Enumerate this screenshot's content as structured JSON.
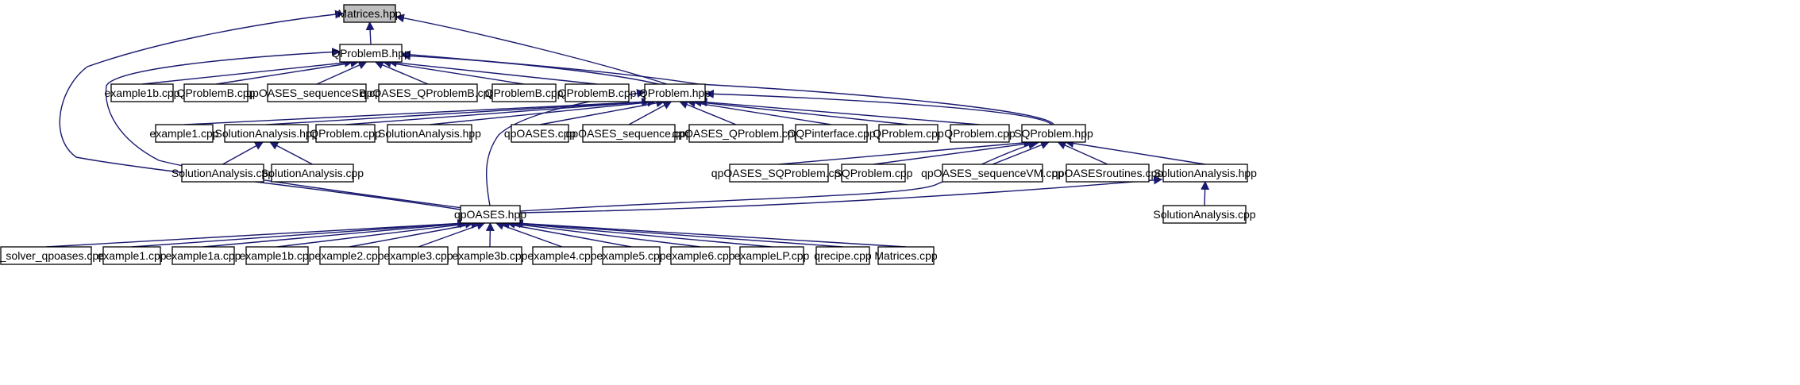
{
  "graph": {
    "title": "Matrices.hpp include dependency graph",
    "colors": {
      "root_fill": "#bfbfbf",
      "node_fill": "#ffffff",
      "node_stroke": "#000000",
      "edge": "#191970"
    },
    "nodes": [
      {
        "id": "matrices_hpp",
        "label": "Matrices.hpp",
        "root": true
      },
      {
        "id": "qproblemb_hpp",
        "label": "QProblemB.hpp"
      },
      {
        "id": "example1b_cpp_a",
        "label": "example1b.cpp"
      },
      {
        "id": "qproblemb_cpp_a",
        "label": "QProblemB.cpp"
      },
      {
        "id": "qpoases_sequencesb_cpp",
        "label": "qpOASES_sequenceSB.cpp"
      },
      {
        "id": "qpoases_qproblemb_cpp",
        "label": "qpOASES_QProblemB.cpp"
      },
      {
        "id": "qproblemb_cpp_b",
        "label": "QProblemB.cpp"
      },
      {
        "id": "qproblemb_cpp_c",
        "label": "QProblemB.cpp"
      },
      {
        "id": "qproblem_hpp",
        "label": "QProblem.hpp"
      },
      {
        "id": "example1_cpp_a",
        "label": "example1.cpp"
      },
      {
        "id": "solutionanalysis_hpp_a",
        "label": "SolutionAnalysis.hpp"
      },
      {
        "id": "qproblem_cpp_a",
        "label": "QProblem.cpp"
      },
      {
        "id": "solutionanalysis_hpp_b",
        "label": "SolutionAnalysis.hpp"
      },
      {
        "id": "qpoases_cpp",
        "label": "qpOASES.cpp"
      },
      {
        "id": "qpoases_sequence_cpp",
        "label": "qpOASES_sequence.cpp"
      },
      {
        "id": "qpoases_qproblem_cpp",
        "label": "qpOASES_QProblem.cpp"
      },
      {
        "id": "oqpinterface_cpp",
        "label": "OQPinterface.cpp"
      },
      {
        "id": "qproblem_cpp_b",
        "label": "QProblem.cpp"
      },
      {
        "id": "qproblem_cpp_c",
        "label": "QProblem.cpp"
      },
      {
        "id": "sqproblem_hpp",
        "label": "SQProblem.hpp"
      },
      {
        "id": "solutionanalysis_cpp_a",
        "label": "SolutionAnalysis.cpp"
      },
      {
        "id": "solutionanalysis_cpp_b",
        "label": "SolutionAnalysis.cpp"
      },
      {
        "id": "qpoases_sqproblem_cpp",
        "label": "qpOASES_SQProblem.cpp"
      },
      {
        "id": "sqproblem_cpp",
        "label": "SQProblem.cpp"
      },
      {
        "id": "qpoases_sequencevm_cpp",
        "label": "qpOASES_sequenceVM.cpp"
      },
      {
        "id": "qpoasesroutines_cpp",
        "label": "qpOASESroutines.cpp"
      },
      {
        "id": "solutionanalysis_hpp_c",
        "label": "SolutionAnalysis.hpp"
      },
      {
        "id": "solutionanalysis_cpp_c",
        "label": "SolutionAnalysis.cpp"
      },
      {
        "id": "qpoases_hpp",
        "label": "qpOASES.hpp"
      },
      {
        "id": "qp_solver_qpoases_cpp",
        "label": "qp_solver_qpoases.cpp"
      },
      {
        "id": "example1_cpp_b",
        "label": "example1.cpp"
      },
      {
        "id": "example1a_cpp",
        "label": "example1a.cpp"
      },
      {
        "id": "example1b_cpp_b",
        "label": "example1b.cpp"
      },
      {
        "id": "example2_cpp",
        "label": "example2.cpp"
      },
      {
        "id": "example3_cpp",
        "label": "example3.cpp"
      },
      {
        "id": "example3b_cpp",
        "label": "example3b.cpp"
      },
      {
        "id": "example4_cpp",
        "label": "example4.cpp"
      },
      {
        "id": "example5_cpp",
        "label": "example5.cpp"
      },
      {
        "id": "example6_cpp",
        "label": "example6.cpp"
      },
      {
        "id": "examplelp_cpp",
        "label": "exampleLP.cpp"
      },
      {
        "id": "qrecipe_cpp",
        "label": "qrecipe.cpp"
      },
      {
        "id": "matrices_cpp",
        "label": "Matrices.cpp"
      }
    ],
    "edges": [
      {
        "from": "qproblemb_hpp",
        "to": "matrices_hpp"
      },
      {
        "from": "qproblem_hpp",
        "to": "matrices_hpp"
      },
      {
        "from": "qpoases_hpp",
        "to": "matrices_hpp"
      },
      {
        "from": "example1b_cpp_a",
        "to": "qproblemb_hpp"
      },
      {
        "from": "qproblemb_cpp_a",
        "to": "qproblemb_hpp"
      },
      {
        "from": "qpoases_sequencesb_cpp",
        "to": "qproblemb_hpp"
      },
      {
        "from": "qpoases_qproblemb_cpp",
        "to": "qproblemb_hpp"
      },
      {
        "from": "qproblemb_cpp_b",
        "to": "qproblemb_hpp"
      },
      {
        "from": "qproblemb_cpp_c",
        "to": "qproblemb_hpp"
      },
      {
        "from": "qproblem_hpp",
        "to": "qproblemb_hpp"
      },
      {
        "from": "qpoases_hpp",
        "to": "qproblemb_hpp"
      },
      {
        "from": "sqproblem_hpp",
        "to": "qproblemb_hpp"
      },
      {
        "from": "example1_cpp_a",
        "to": "qproblem_hpp"
      },
      {
        "from": "solutionanalysis_hpp_a",
        "to": "qproblem_hpp"
      },
      {
        "from": "qproblem_cpp_a",
        "to": "qproblem_hpp"
      },
      {
        "from": "solutionanalysis_hpp_b",
        "to": "qproblem_hpp"
      },
      {
        "from": "qpoases_cpp",
        "to": "qproblem_hpp"
      },
      {
        "from": "qpoases_sequence_cpp",
        "to": "qproblem_hpp"
      },
      {
        "from": "qpoases_qproblem_cpp",
        "to": "qproblem_hpp"
      },
      {
        "from": "oqpinterface_cpp",
        "to": "qproblem_hpp"
      },
      {
        "from": "qproblem_cpp_b",
        "to": "qproblem_hpp"
      },
      {
        "from": "qproblem_cpp_c",
        "to": "qproblem_hpp"
      },
      {
        "from": "sqproblem_hpp",
        "to": "qproblem_hpp"
      },
      {
        "from": "qpoases_hpp",
        "to": "qproblem_hpp"
      },
      {
        "from": "solutionanalysis_cpp_a",
        "to": "solutionanalysis_hpp_a"
      },
      {
        "from": "solutionanalysis_cpp_b",
        "to": "solutionanalysis_hpp_a"
      },
      {
        "from": "qpoases_sqproblem_cpp",
        "to": "sqproblem_hpp"
      },
      {
        "from": "sqproblem_cpp",
        "to": "sqproblem_hpp"
      },
      {
        "from": "qpoases_sequencevm_cpp",
        "to": "sqproblem_hpp"
      },
      {
        "from": "qpoasesroutines_cpp",
        "to": "sqproblem_hpp"
      },
      {
        "from": "solutionanalysis_hpp_c",
        "to": "sqproblem_hpp"
      },
      {
        "from": "qpoases_hpp",
        "to": "sqproblem_hpp"
      },
      {
        "from": "solutionanalysis_cpp_c",
        "to": "solutionanalysis_hpp_c"
      },
      {
        "from": "qpoases_hpp",
        "to": "solutionanalysis_hpp_c"
      },
      {
        "from": "qp_solver_qpoases_cpp",
        "to": "qpoases_hpp"
      },
      {
        "from": "example1_cpp_b",
        "to": "qpoases_hpp"
      },
      {
        "from": "example1a_cpp",
        "to": "qpoases_hpp"
      },
      {
        "from": "example1b_cpp_b",
        "to": "qpoases_hpp"
      },
      {
        "from": "example2_cpp",
        "to": "qpoases_hpp"
      },
      {
        "from": "example3_cpp",
        "to": "qpoases_hpp"
      },
      {
        "from": "example3b_cpp",
        "to": "qpoases_hpp"
      },
      {
        "from": "example4_cpp",
        "to": "qpoases_hpp"
      },
      {
        "from": "example5_cpp",
        "to": "qpoases_hpp"
      },
      {
        "from": "example6_cpp",
        "to": "qpoases_hpp"
      },
      {
        "from": "examplelp_cpp",
        "to": "qpoases_hpp"
      },
      {
        "from": "qrecipe_cpp",
        "to": "qpoases_hpp"
      },
      {
        "from": "matrices_cpp",
        "to": "qpoases_hpp"
      }
    ]
  }
}
